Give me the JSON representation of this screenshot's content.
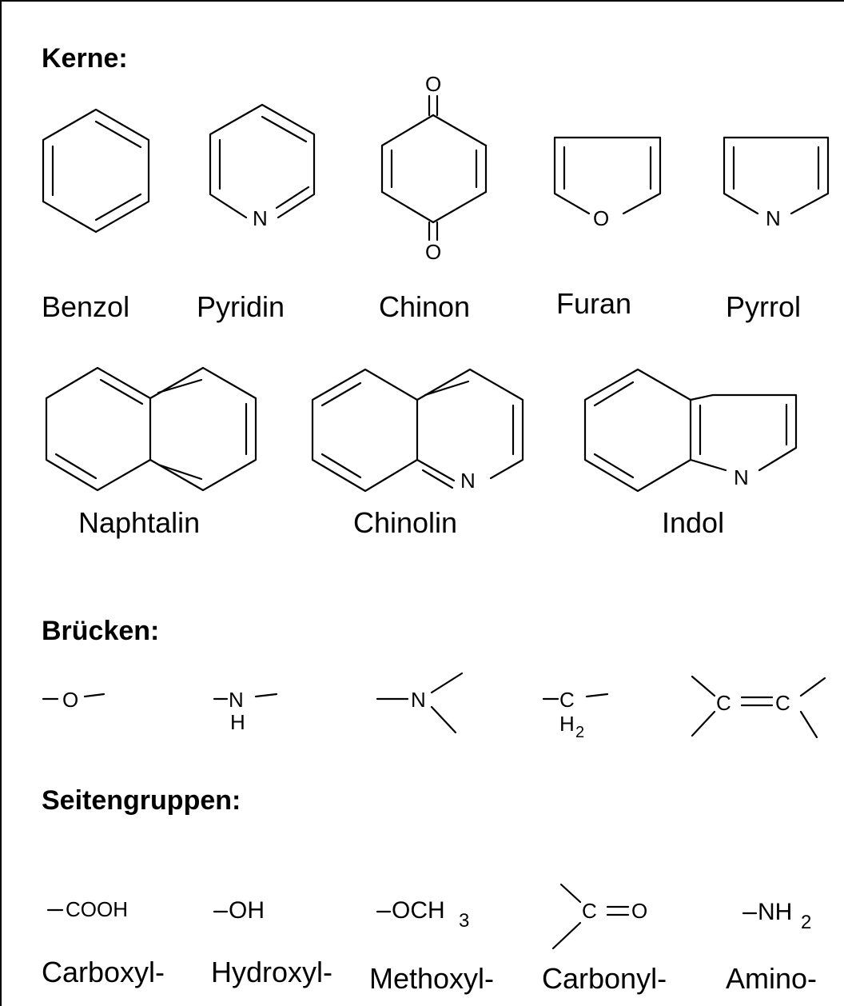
{
  "sections": {
    "kerne": {
      "heading": "Kerne:",
      "labels": {
        "benzol": "Benzol",
        "pyridin": "Pyridin",
        "chinon": "Chinon",
        "furan": "Furan",
        "pyrrol": "Pyrrol",
        "naphtalin": "Naphtalin",
        "chinolin": "Chinolin",
        "indol": "Indol"
      },
      "atoms": {
        "pyridin_n": "N",
        "chinon_o_top": "O",
        "chinon_o_bottom": "O",
        "furan_o": "O",
        "pyrrol_n": "N",
        "chinolin_n": "N",
        "indol_n": "N"
      }
    },
    "bruecken": {
      "heading": "Brücken:",
      "ether_o": "O",
      "amine_n": "N",
      "amine_h": "H",
      "tert_n": "N",
      "methylene_c": "C",
      "methylene_h": "H",
      "methylene_sub": "2",
      "alkene_c1": "C",
      "alkene_c2": "C"
    },
    "seitengruppen": {
      "heading": "Seitengruppen:",
      "groups": {
        "carboxyl_formula": "COOH",
        "hydroxyl_formula": "OH",
        "methoxyl_formula": "OCH",
        "methoxyl_sub": "3",
        "carbonyl_c": "C",
        "carbonyl_o": "O",
        "amino_formula": "NH",
        "amino_sub": "2"
      },
      "labels": {
        "carboxyl": "Carboxyl-",
        "hydroxyl": "Hydroxyl-",
        "methoxyl": "Methoxyl-",
        "carbonyl": "Carbonyl-",
        "amino": "Amino-"
      }
    }
  }
}
